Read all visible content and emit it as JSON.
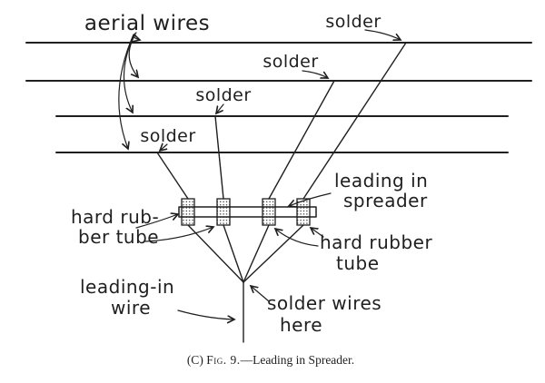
{
  "diagram": {
    "labels": {
      "aerial_wires": "aerial wires",
      "solder_1": "solder",
      "solder_2": "solder",
      "solder_3": "solder",
      "solder_4": "solder",
      "leading_in_spreader_line1": "leading in",
      "leading_in_spreader_line2": "spreader",
      "hard_rubber_left_line1": "hard rub-",
      "hard_rubber_left_line2": "ber tube",
      "hard_rubber_right_line1": "hard rubber",
      "hard_rubber_right_line2": "tube",
      "leading_in_wire_line1": "leading-in",
      "leading_in_wire_line2": "wire",
      "solder_wires_line1": "solder wires",
      "solder_wires_line2": "here"
    },
    "caption": {
      "prefix": "(C) ",
      "fig": "Fig. 9.",
      "rest": "—Leading in Spreader."
    }
  },
  "colors": {
    "ink": "#1f1f1f",
    "paper": "#ffffff"
  }
}
